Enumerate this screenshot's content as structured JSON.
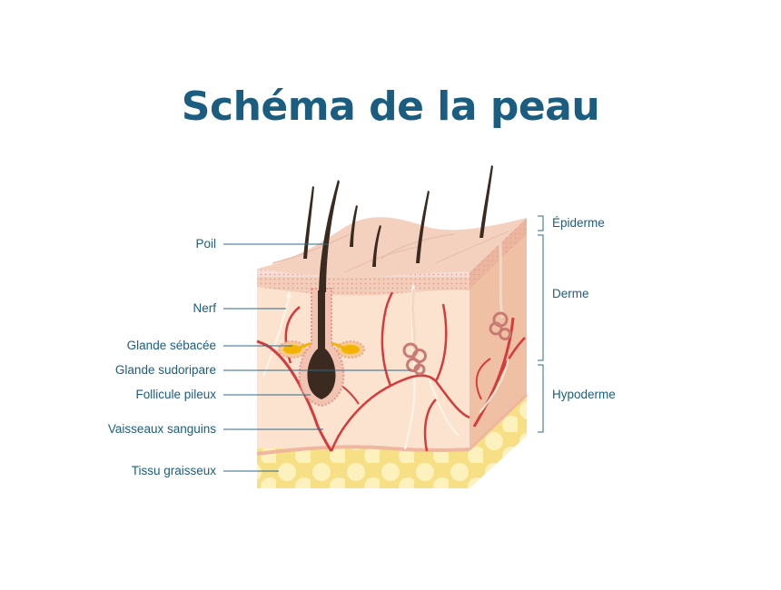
{
  "title": "Schéma de la peau",
  "left_labels": [
    {
      "id": "poil",
      "text": "Poil"
    },
    {
      "id": "nerf",
      "text": "Nerf"
    },
    {
      "id": "glande-sebacee",
      "text": "Glande sébacée"
    },
    {
      "id": "glande-sudoripare",
      "text": "Glande sudoripare"
    },
    {
      "id": "follicule-pileux",
      "text": "Follicule pileux"
    },
    {
      "id": "vaisseaux-sanguins",
      "text": "Vaisseaux sanguins"
    },
    {
      "id": "tissu-graisseux",
      "text": "Tissu graisseux"
    }
  ],
  "right_labels": [
    {
      "id": "epiderme",
      "text": "Épiderme"
    },
    {
      "id": "derme",
      "text": "Derme"
    },
    {
      "id": "hypoderme",
      "text": "Hypoderme"
    }
  ],
  "colors": {
    "title": "#1a5d80",
    "label": "#1a5d80",
    "leader_line": "#2b6a8a",
    "epidermis": "#f2c9b5",
    "epidermis_dots": "#d99a86",
    "dermis": "#fbe3cf",
    "dermis_side": "#efc0a3",
    "fat": "#f7e08a",
    "fat_cell": "#fdf2c0",
    "vessel": "#d63a3a",
    "hair": "#3a2a20",
    "gland": "#f0b400"
  }
}
